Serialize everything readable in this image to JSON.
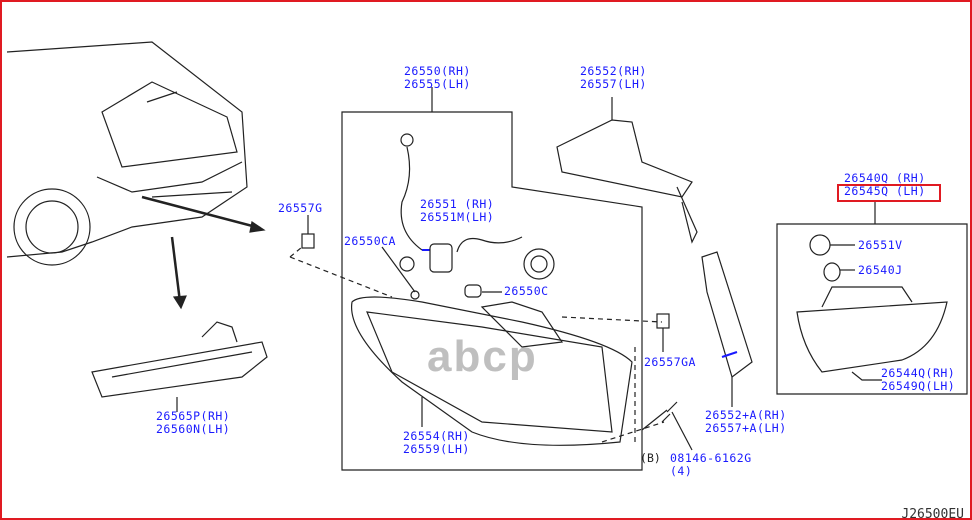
{
  "diagram_code": "J26500EU",
  "watermark": "abcp",
  "highlight_color": "#e01a22",
  "label_color": "#1a1aff",
  "labels": {
    "combo_rh": "26550(RH)",
    "combo_lh": "26555(LH)",
    "finisher_rh": "26552(RH)",
    "finisher_lh": "26557(LH)",
    "inner_rh": "26540Q (RH)",
    "inner_lh": "26545Q (LH)",
    "clip_g": "26557G",
    "socket_ca": "26550CA",
    "harness_rh": "26551 (RH)",
    "harness_lh": "26551M(LH)",
    "bulb_c": "26550C",
    "clip_ga": "26557GA",
    "body_rh": "26554(RH)",
    "body_lh": "26559(LH)",
    "reflex_rh": "26565P(RH)",
    "reflex_lh": "26560N(LH)",
    "seal_rh": "26552+A(RH)",
    "seal_lh": "26557+A(LH)",
    "bolt": "08146-6162G",
    "bolt_qty": "(4)",
    "bolt_mark": "B",
    "socket_v": "26551V",
    "gasket_j": "26540J",
    "inner_body_rh": "26544Q(RH)",
    "inner_body_lh": "26549Q(LH)"
  }
}
